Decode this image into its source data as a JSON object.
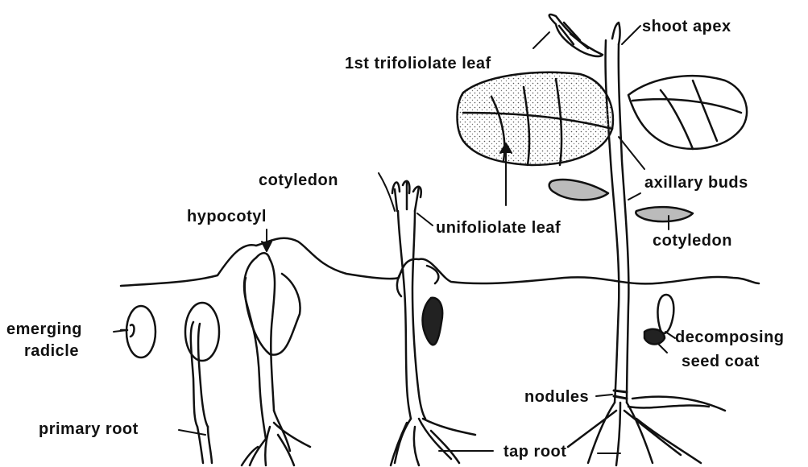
{
  "labels": {
    "shoot_apex": "shoot apex",
    "first_trifoliolate_leaf": "1st trifoliolate leaf",
    "axillary_buds": "axillary buds",
    "cotyledon_right": "cotyledon",
    "cotyledon_middle": "cotyledon",
    "unifoliolate_leaf": "unifoliolate leaf",
    "hypocotyl": "hypocotyl",
    "emerging": "emerging",
    "radicle": "radicle",
    "decomposing": "decomposing",
    "seed_coat": "seed coat",
    "nodules": "nodules",
    "primary_root": "primary root",
    "tap_root": "tap root"
  }
}
